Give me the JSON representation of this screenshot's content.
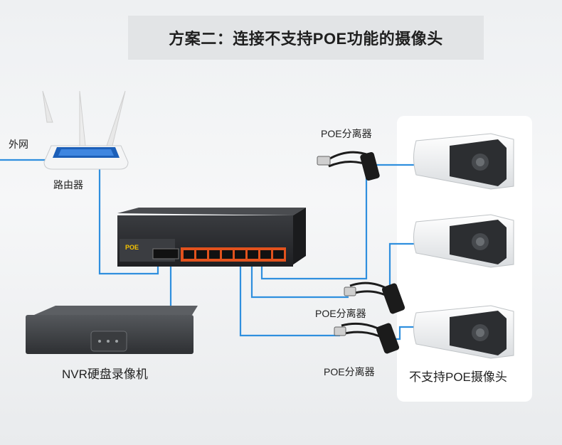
{
  "title": "方案二：连接不支持POE功能的摄像头",
  "labels": {
    "wan": "外网",
    "router": "路由器",
    "poe_splitter_top": "POE分离器",
    "poe_splitter_mid": "POE分离器",
    "poe_splitter_bottom": "POE分离器",
    "nvr": "NVR硬盘录像机",
    "cameras": "不支持POE摄像头"
  },
  "switch": {
    "badge": "POE"
  },
  "colors": {
    "wire": "#2f8fde",
    "poe_ports": "#e2521d",
    "switch_body": "#2b2d30"
  },
  "icons": [
    "router-icon",
    "poe-switch-icon",
    "nvr-icon",
    "poe-splitter-icon",
    "camera-icon"
  ]
}
